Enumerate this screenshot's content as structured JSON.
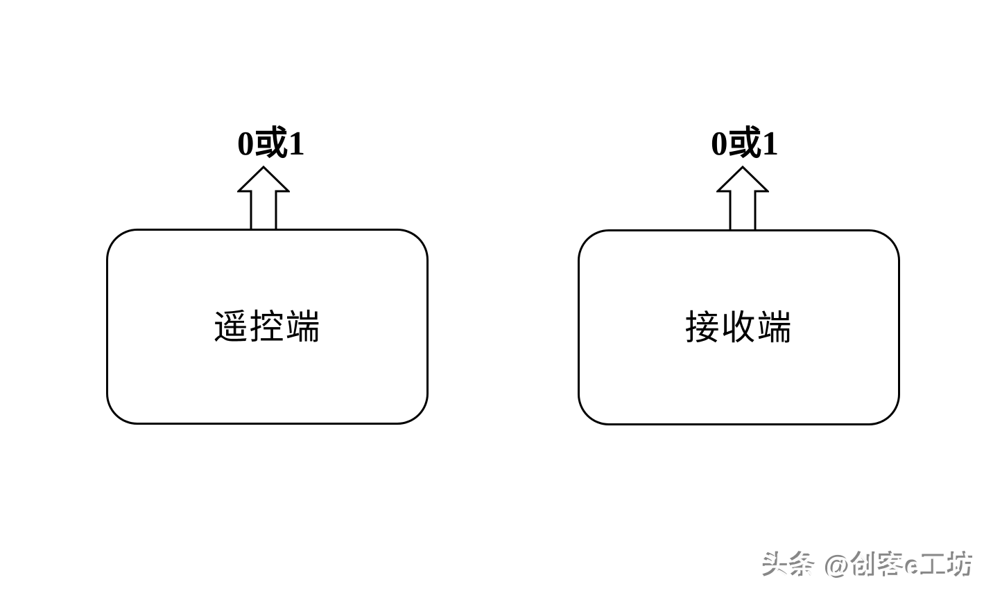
{
  "diagram": {
    "nodes": [
      {
        "label": "遥控端",
        "output": "0或1"
      },
      {
        "label": "接收端",
        "output": "0或1"
      }
    ]
  },
  "watermark": {
    "text": "头条 @创客e工坊"
  },
  "colors": {
    "line": "#000000",
    "background": "#ffffff",
    "node_fill": "#ffffff",
    "watermark_gray": "#696969"
  }
}
